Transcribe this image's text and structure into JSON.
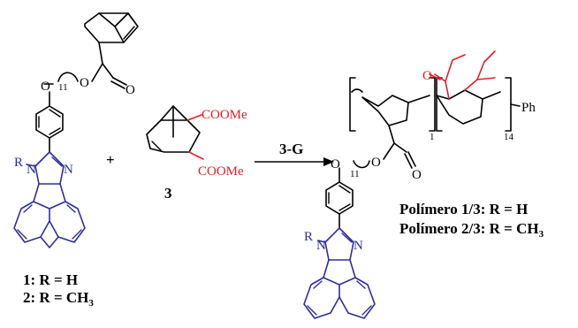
{
  "colors": {
    "bond": "#000000",
    "heterocycle": "#2e2e9a",
    "ester": "#e0202a"
  },
  "monomer_left": {
    "chain_index": "11",
    "atom_O": "O",
    "atom_O2": "O",
    "atom_O3": "O",
    "atom_N1": "N",
    "atom_N2": "N",
    "atom_R": "R"
  },
  "plus_sign": "+",
  "monomer_3": {
    "substituent_top": "COOMe",
    "substituent_bottom": "COOMe",
    "number": "3"
  },
  "catalyst": "3-G",
  "polymer": {
    "block1_index": "1",
    "block2_index": "14",
    "end_group": "Ph",
    "chain_index": "11",
    "atom_O": "O",
    "atom_O2": "O",
    "atom_O3": "O",
    "atom_N1": "N",
    "atom_N2": "N",
    "atom_R": "R",
    "ester_O": "O"
  },
  "labels": {
    "compound1_prefix": "1: R = H",
    "compound2_prefix": "2: R = CH",
    "compound2_subscript": "3",
    "polymer1": "Polímero 1/3: R = H",
    "polymer2_prefix": "Polímero 2/3: R = CH",
    "polymer2_subscript": "3"
  }
}
